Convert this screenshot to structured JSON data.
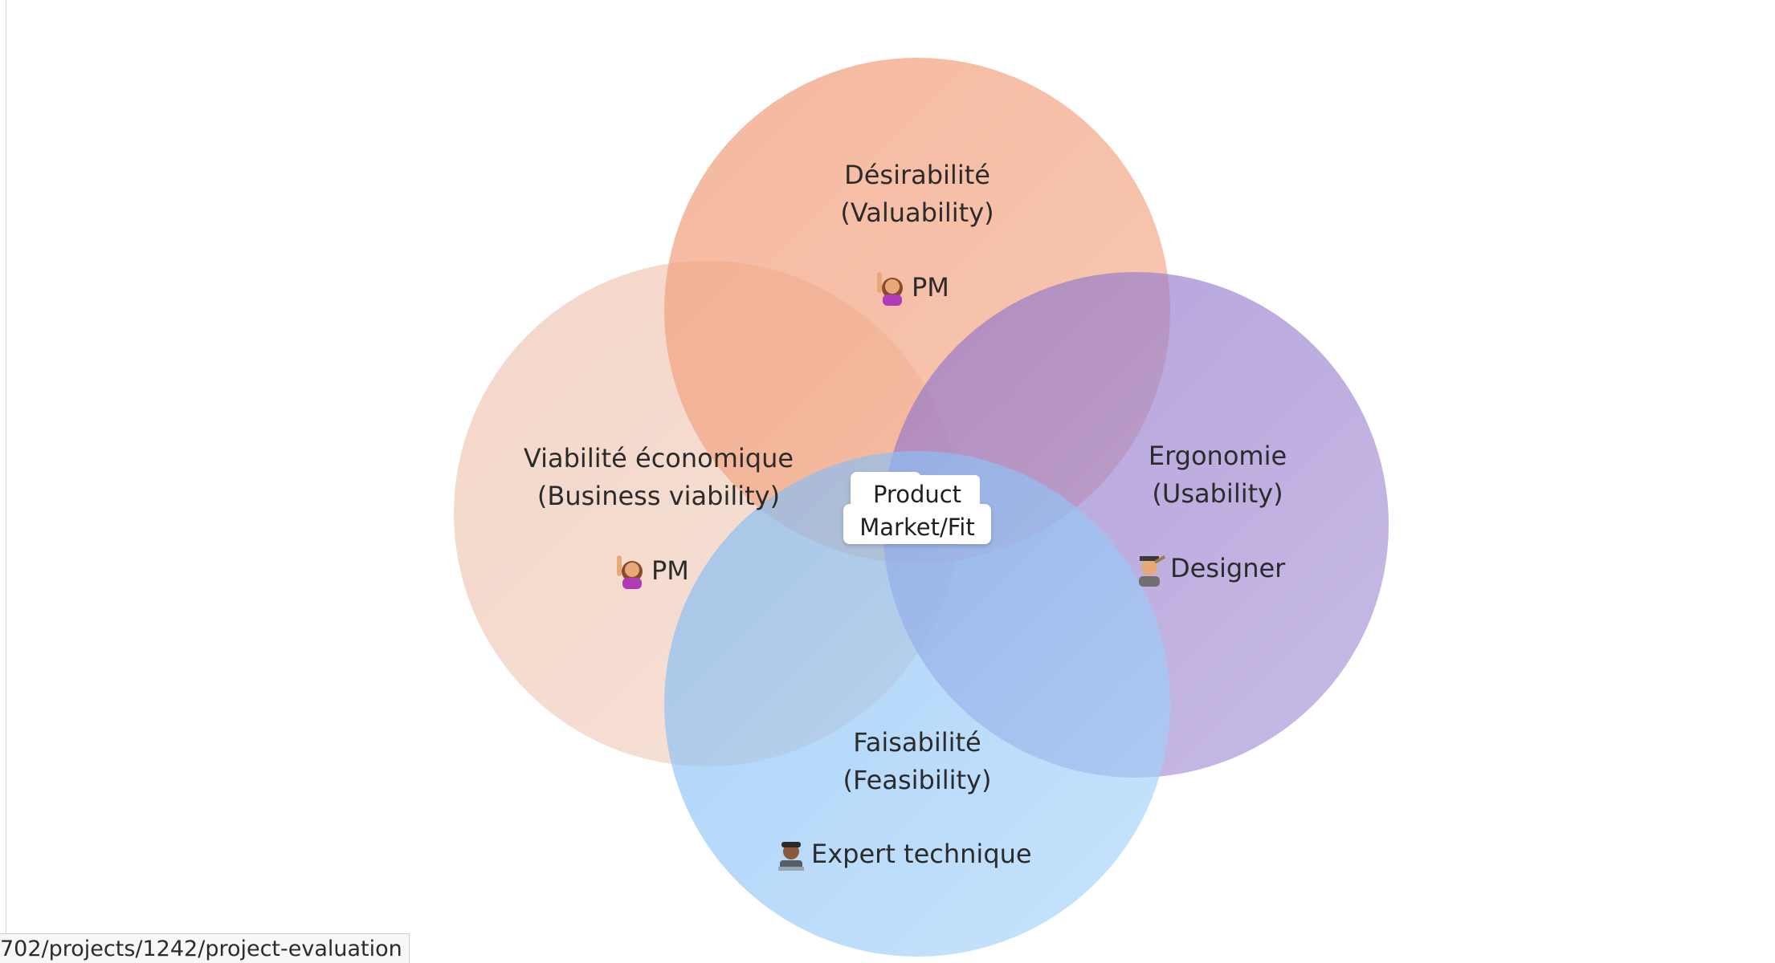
{
  "diagram": {
    "circles": {
      "desirability": {
        "title": "Désirabilité",
        "subtitle": "(Valuability)",
        "role_icon": "woman-raising-hand-emoji",
        "role": "PM",
        "color": "#F2A37F"
      },
      "viability": {
        "title": "Viabilité économique",
        "subtitle": "(Business viability)",
        "role_icon": "woman-raising-hand-emoji",
        "role": "PM",
        "color": "#F1CDBB"
      },
      "usability": {
        "title": "Ergonomie",
        "subtitle": "(Usability)",
        "role_icon": "man-teacher-emoji",
        "role": "Designer",
        "color": "#9C82CF"
      },
      "feasibility": {
        "title": "Faisabilité",
        "subtitle": "(Feasibility)",
        "role_icon": "man-technologist-emoji",
        "role": "Expert technique",
        "color": "#8CC6F8"
      }
    },
    "center": {
      "line1": "Product",
      "line2": "Market/Fit"
    }
  },
  "status_bar": {
    "url": "702/projects/1242/project-evaluation"
  }
}
